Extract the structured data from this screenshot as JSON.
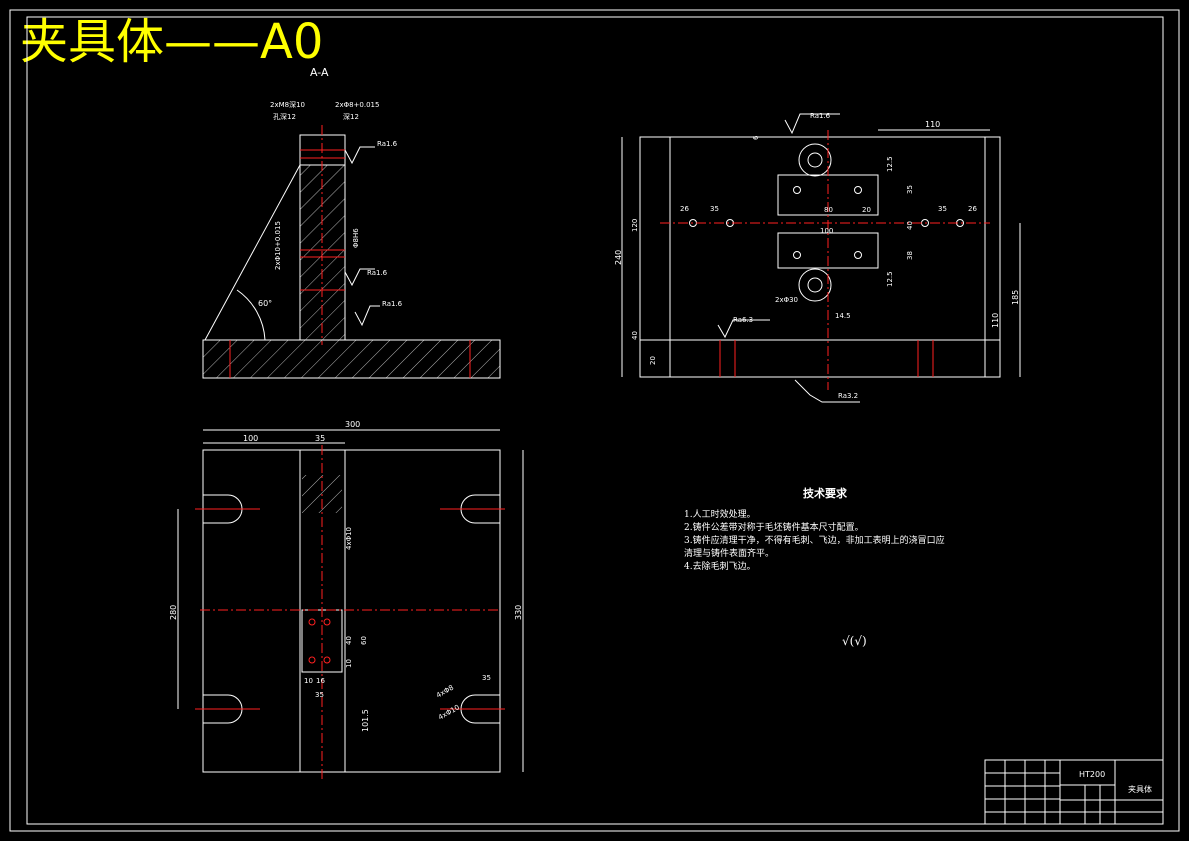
{
  "title": "夹具体——A0",
  "section_label": "A-A",
  "tech_req": {
    "heading": "技术要求",
    "items": [
      "1.人工时效处理。",
      "2.铸件公差带对称于毛坯铸件基本尺寸配置。",
      "3.铸件应清理干净，不得有毛刺、飞边，非加工表明上的浇冒口应",
      "清理与铸件表面齐平。",
      "4.去除毛刺飞边。"
    ]
  },
  "roughness_symbol": "√(√)",
  "section_view": {
    "callouts": [
      "2xM8深10",
      "孔深12",
      "2xΦ8+0.015",
      "深12",
      "Ra1.6",
      "Ra1.6",
      "Ra1.6"
    ],
    "dims": [
      "60°",
      "2xΦ10+0.015",
      "Φ8H6"
    ]
  },
  "front_view": {
    "callouts": [
      "Ra1.6",
      "Ra6.3",
      "Ra3.2",
      "2xΦ30"
    ],
    "dims": [
      "110",
      "12.5",
      "35",
      "26",
      "35",
      "80",
      "20",
      "35",
      "26",
      "40",
      "100",
      "38",
      "12.5",
      "14.5",
      "240",
      "120",
      "40",
      "185",
      "110",
      "20",
      "6"
    ]
  },
  "top_view": {
    "dims": [
      "300",
      "100",
      "35",
      "280",
      "330",
      "40",
      "60",
      "10",
      "16",
      "35",
      "10",
      "35",
      "4xΦ10",
      "4xΦ8",
      "101.5",
      "4xΦ10"
    ]
  },
  "title_block": {
    "material": "HT200",
    "part_name": "夹具体"
  }
}
